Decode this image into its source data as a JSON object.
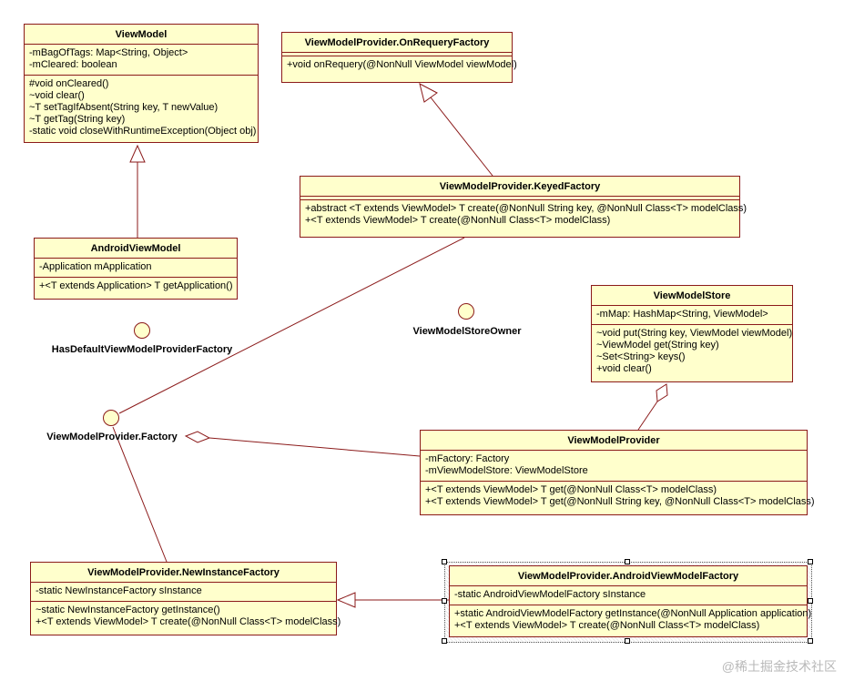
{
  "classes": {
    "viewmodel": {
      "name": "ViewModel",
      "fields": [
        "-mBagOfTags:  Map<String, Object>",
        "-mCleared:  boolean"
      ],
      "methods": [
        "#void onCleared()",
        "~void clear()",
        "~T setTagIfAbsent(String key, T newValue)",
        "~T getTag(String key)",
        "-static void closeWithRuntimeException(Object obj)"
      ]
    },
    "on_requery_factory": {
      "name": "ViewModelProvider.OnRequeryFactory",
      "fields": [],
      "methods": [
        "+void onRequery(@NonNull ViewModel viewModel)"
      ]
    },
    "keyed_factory": {
      "name": "ViewModelProvider.KeyedFactory",
      "fields": [],
      "methods": [
        "+abstract <T extends ViewModel> T create(@NonNull String key, @NonNull Class<T> modelClass)",
        "+<T extends ViewModel> T create(@NonNull Class<T> modelClass)"
      ]
    },
    "android_viewmodel": {
      "name": "AndroidViewModel",
      "fields": [
        "-Application mApplication"
      ],
      "methods": [
        "+<T extends Application> T getApplication()"
      ]
    },
    "viewmodel_store": {
      "name": "ViewModelStore",
      "fields": [
        "-mMap: HashMap<String, ViewModel>"
      ],
      "methods": [
        "~void put(String key, ViewModel viewModel)",
        "~ViewModel get(String key)",
        "~Set<String> keys()",
        "+void clear()"
      ]
    },
    "viewmodel_provider": {
      "name": "ViewModelProvider",
      "fields": [
        "-mFactory: Factory",
        "-mViewModelStore: ViewModelStore"
      ],
      "methods": [
        "+<T extends ViewModel> T get(@NonNull Class<T> modelClass)",
        "+<T extends ViewModel> T get(@NonNull String key, @NonNull Class<T> modelClass)"
      ]
    },
    "new_instance_factory": {
      "name": "ViewModelProvider.NewInstanceFactory",
      "fields": [
        "-static NewInstanceFactory sInstance"
      ],
      "methods": [
        "~static NewInstanceFactory getInstance()",
        "+<T extends ViewModel> T create(@NonNull Class<T> modelClass)"
      ]
    },
    "android_viewmodel_factory": {
      "name": "ViewModelProvider.AndroidViewModelFactory",
      "fields": [
        "-static AndroidViewModelFactory sInstance"
      ],
      "methods": [
        "+static AndroidViewModelFactory getInstance(@NonNull Application application)",
        "+<T extends ViewModel> T create(@NonNull Class<T> modelClass)"
      ]
    }
  },
  "interfaces": {
    "has_default_factory": "HasDefaultViewModelProviderFactory",
    "store_owner": "ViewModelStoreOwner",
    "factory": "ViewModelProvider.Factory"
  },
  "watermark": "@稀土掘金技术社区",
  "colors": {
    "box_fill": "#ffffcc",
    "box_border": "#8b1a1a"
  }
}
